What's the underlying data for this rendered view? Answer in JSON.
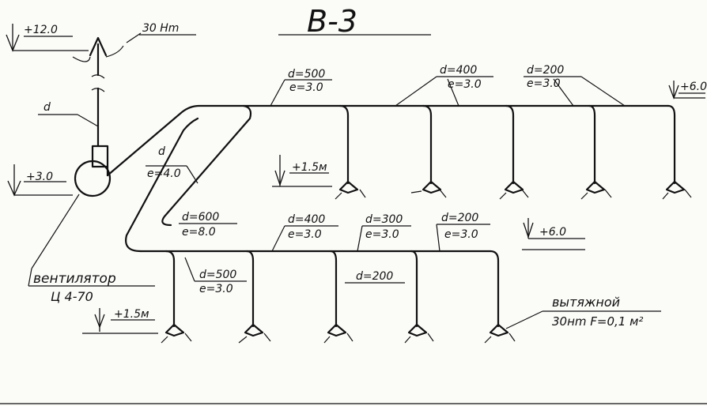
{
  "title": "В-3",
  "levels": {
    "top": "+12.0",
    "fan": "+3.0",
    "upper_right": "+6.0",
    "mid_right": "+6.0",
    "upper_branch": "+1.5м",
    "lower_branch": "+1.5м"
  },
  "exhaust_top": "30 Нm",
  "duct_d_label": "d",
  "fan_label": {
    "line1": "вентилятор",
    "line2": "Ц 4-70"
  },
  "diag_label": {
    "d": "d",
    "e": "e=4.0"
  },
  "upper_run": [
    {
      "d": "d=500",
      "e": "e=3.0"
    },
    {
      "d": "d=400",
      "e": "e=3.0"
    },
    {
      "d": "d=200",
      "e": "e=3.0"
    }
  ],
  "lower_run": [
    {
      "d": "d=600",
      "e": "e=8.0"
    },
    {
      "d": "d=400",
      "e": "e=3.0"
    },
    {
      "d": "d=300",
      "e": "e=3.0"
    },
    {
      "d": "d=200",
      "e": "e=3.0"
    }
  ],
  "lower_drop": {
    "d": "d=500",
    "e": "e=3.0"
  },
  "riser_label": "d=200",
  "outlet_label": {
    "line1": "вытяжной",
    "line2": "30нm F=0,1 м²"
  }
}
